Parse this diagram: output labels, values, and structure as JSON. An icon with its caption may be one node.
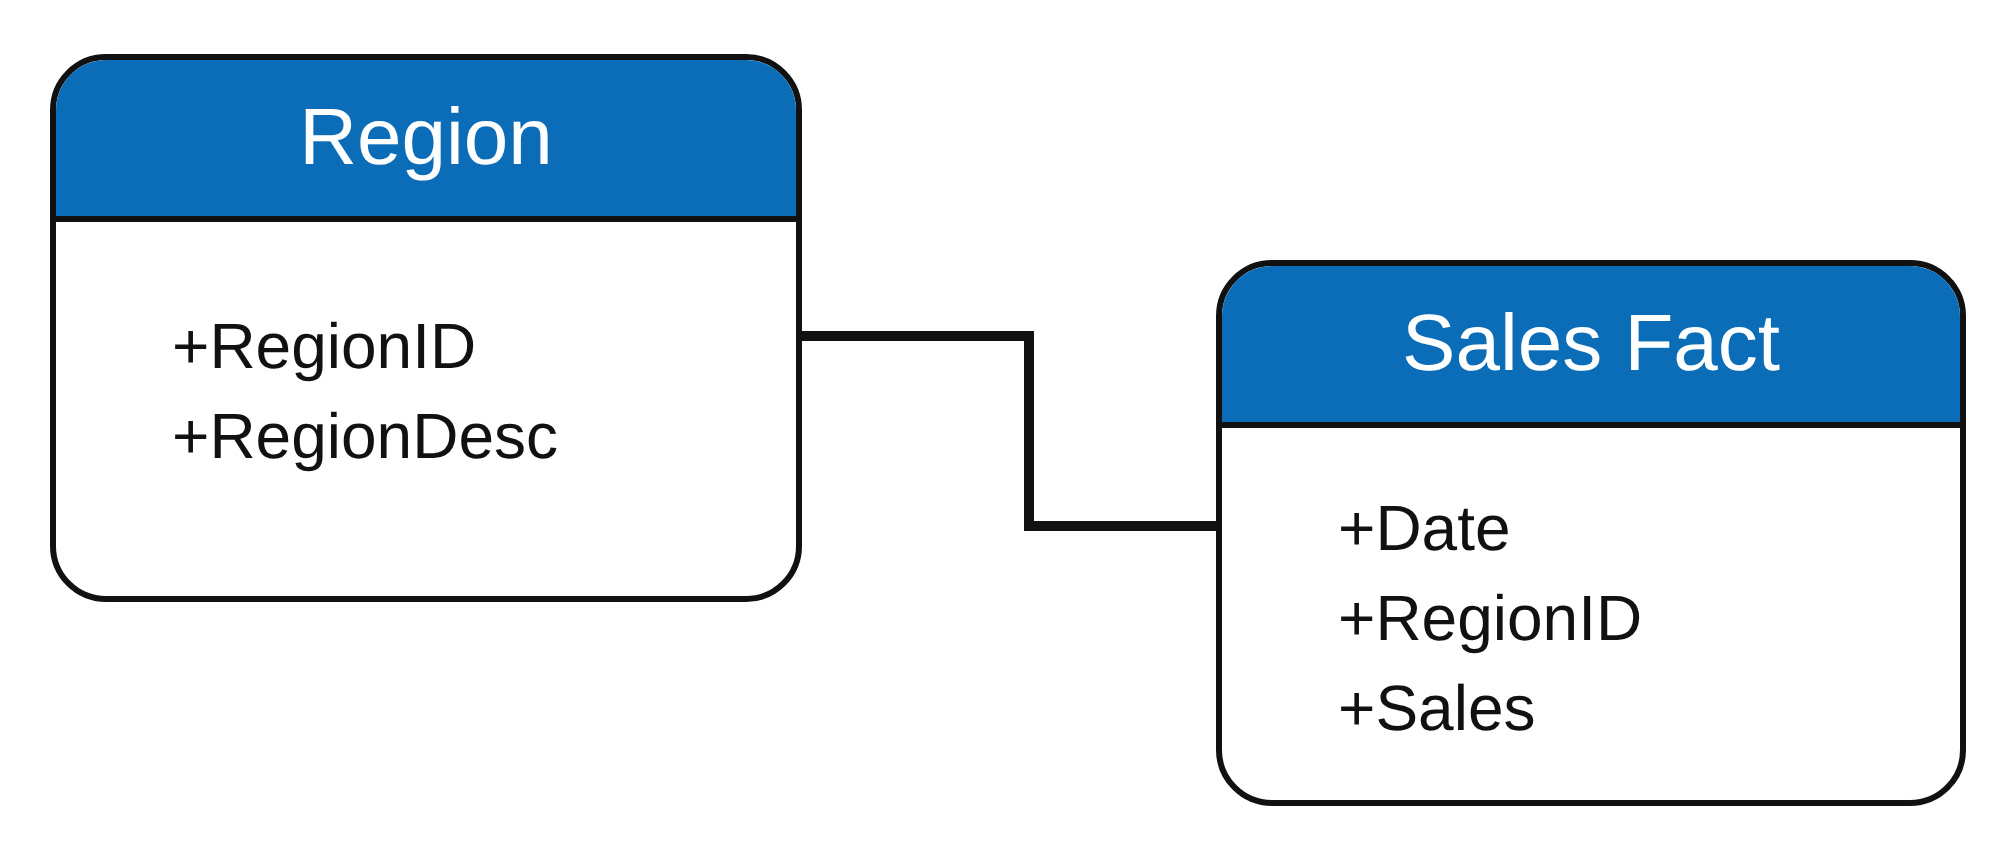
{
  "diagram": {
    "nodes": [
      {
        "text": [
          "Region",
          "+RegionID",
          "+RegionDesc"
        ]
      },
      {
        "text": [
          "Sales Fact",
          "+Date",
          "+RegionID",
          "+Sales"
        ]
      }
    ],
    "edges": [
      {
        "from": 0,
        "to": 1,
        "arrow": "none"
      }
    ]
  }
}
